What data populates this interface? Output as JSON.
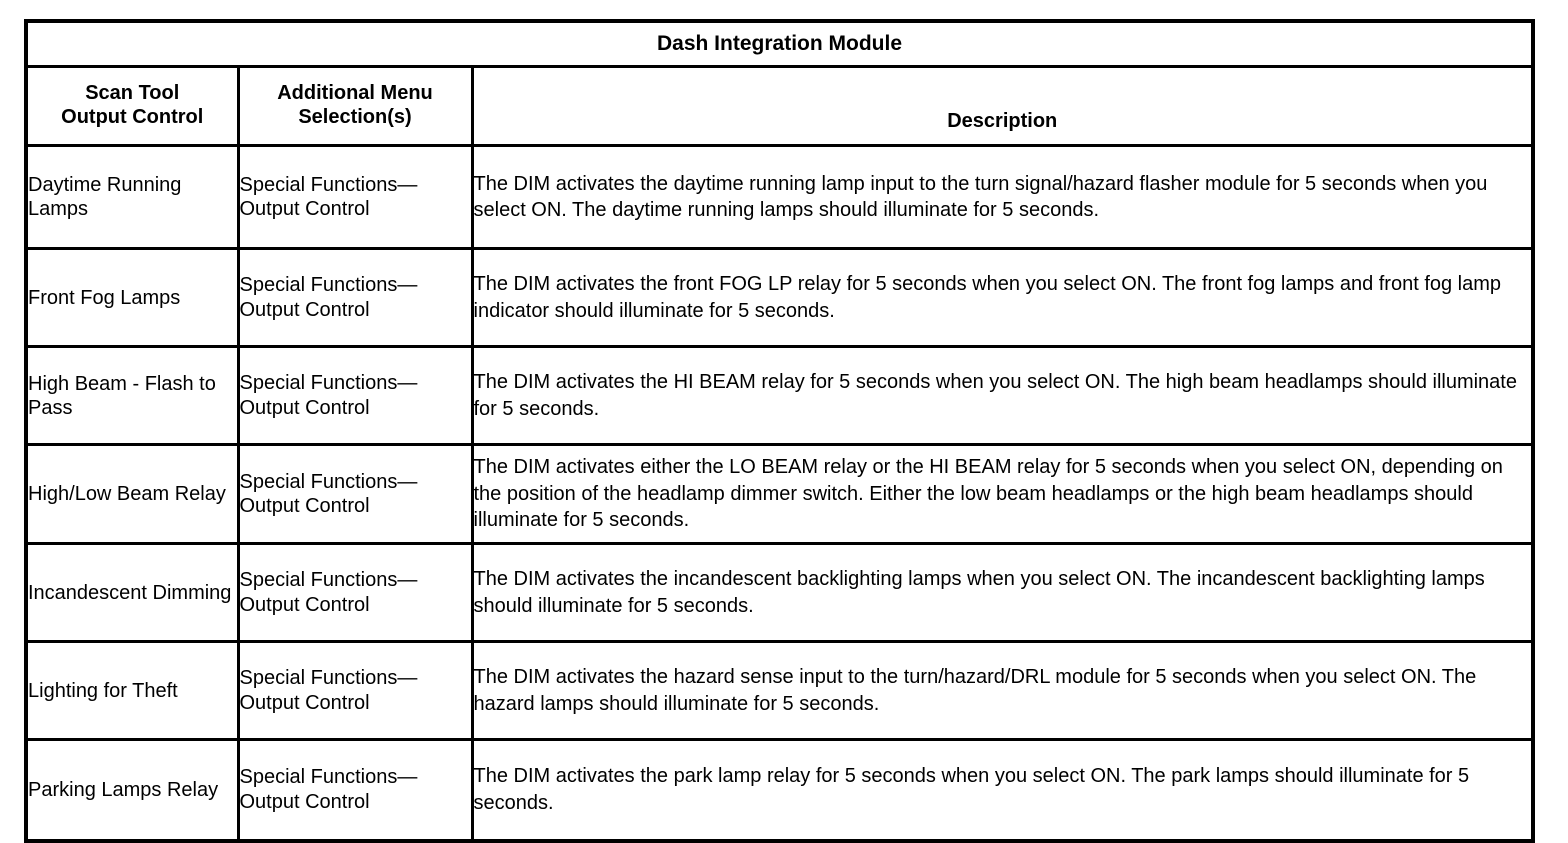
{
  "document": {
    "title": "Dash Integration Module"
  },
  "table": {
    "columns": [
      {
        "key": "control",
        "header_line1": "Scan Tool",
        "header_line2": "Output Control"
      },
      {
        "key": "menu",
        "header_line1": "Additional Menu",
        "header_line2": "Selection(s)"
      },
      {
        "key": "description",
        "header_line1": "Description",
        "header_line2": ""
      }
    ],
    "rows": [
      {
        "control": "Daytime Running Lamps",
        "menu": "Special Functions—Output Control",
        "description": "The DIM activates the daytime running lamp input to the turn signal/hazard flasher module for 5 seconds when you select ON. The daytime running lamps should illuminate for 5 seconds."
      },
      {
        "control": "Front Fog Lamps",
        "menu": "Special Functions—Output Control",
        "description": "The DIM activates the front FOG LP relay for 5 seconds when you select ON. The front fog lamps and front fog lamp indicator should illuminate for 5 seconds."
      },
      {
        "control": "High Beam - Flash to Pass",
        "menu": "Special Functions—Output Control",
        "description": "The DIM activates the HI BEAM relay for 5 seconds when you select ON. The high beam headlamps should illuminate for 5 seconds."
      },
      {
        "control": "High/Low Beam Relay",
        "menu": "Special Functions—Output Control",
        "description": "The DIM activates either the LO BEAM relay or the HI BEAM relay for 5 seconds when you select ON, depending on the position of the headlamp dimmer switch. Either the low beam headlamps or the high beam headlamps should illuminate for 5 seconds."
      },
      {
        "control": "Incandescent Dimming",
        "menu": "Special Functions—Output Control",
        "description": "The DIM activates the incandescent backlighting lamps when you select ON. The incandescent backlighting lamps should illuminate for 5 seconds."
      },
      {
        "control": "Lighting for Theft",
        "menu": "Special Functions—Output Control",
        "description": "The DIM activates the hazard sense input to the turn/hazard/DRL module for 5 seconds when you select ON. The hazard lamps should illuminate for 5 seconds."
      },
      {
        "control": "Parking Lamps Relay",
        "menu": "Special Functions—Output Control",
        "description": "The DIM activates the park lamp relay for 5 seconds when you select ON. The park lamps should illuminate for 5 seconds."
      }
    ]
  },
  "colors": {
    "border": "#000000",
    "background": "#ffffff",
    "text": "#000000"
  }
}
